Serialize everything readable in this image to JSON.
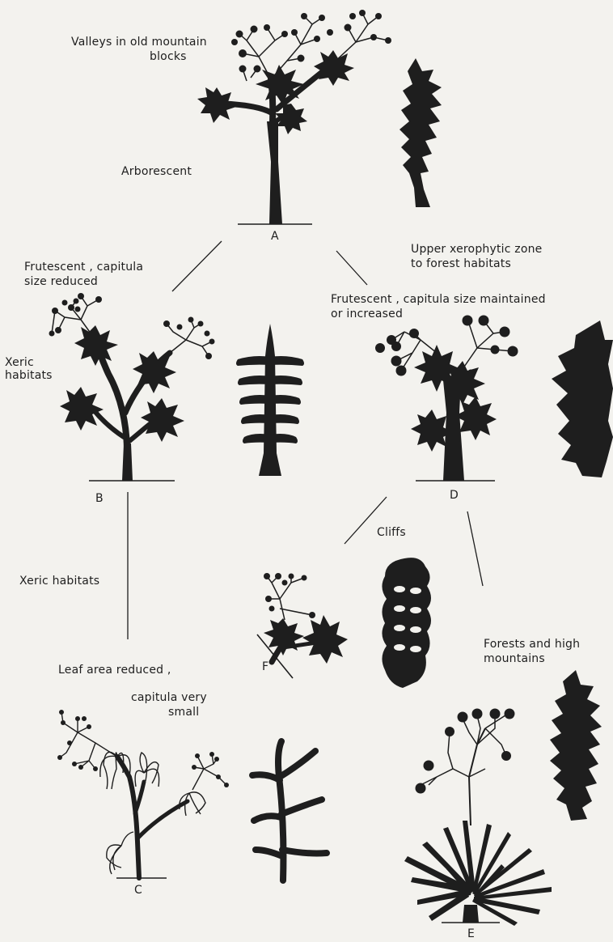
{
  "colors": {
    "ink": "#1e1e1e",
    "paper": "#f3f2ee"
  },
  "labels": {
    "valleys_line1": "Valleys in old mountain",
    "valleys_line2": "blocks",
    "arborescent": "Arborescent",
    "frutescent_reduced_line1": "Frutescent , capitula",
    "frutescent_reduced_line2": "size reduced",
    "upper_zone_line1": "Upper xerophytic zone",
    "upper_zone_line2": "to forest habitats",
    "frutescent_maintained_line1": "Frutescent , capitula size maintained",
    "frutescent_maintained_line2": "or increased",
    "xeric_b_line1": "Xeric",
    "xeric_b_line2": "habitats",
    "xeric_c": "Xeric habitats",
    "cliffs": "Cliffs",
    "leaf_reduced": "Leaf area reduced ,",
    "capitula_line1": "capitula very",
    "capitula_line2": "small",
    "forests_line1": "Forests and high",
    "forests_line2": "mountains"
  },
  "letters": {
    "a": "A",
    "b": "B",
    "c": "C",
    "d": "D",
    "e": "E",
    "f": "F"
  },
  "icons": {
    "plant_a": "arborescent-plant",
    "plant_b": "frutescent-plant",
    "plant_c": "reduced-leaf-plant",
    "plant_d": "frutescent-plant",
    "plant_e": "rosette-plant",
    "plant_f": "cliff-plant",
    "leaf": "leaf-silhouette"
  }
}
